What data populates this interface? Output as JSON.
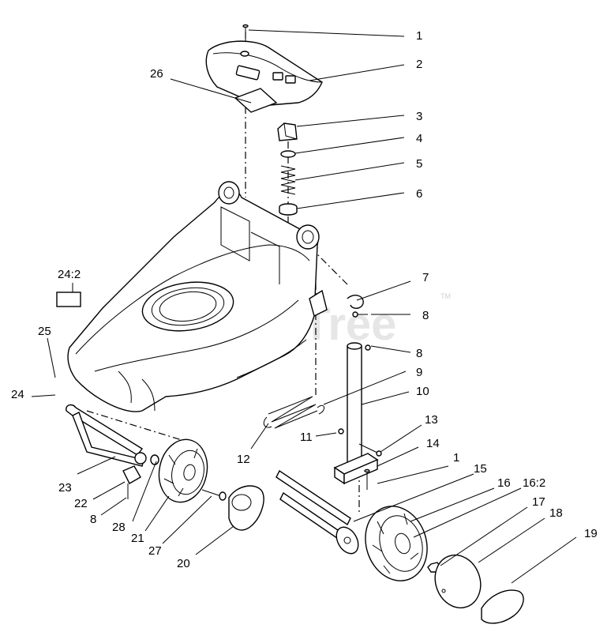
{
  "watermark": {
    "text": "PartsTree",
    "tm": "TM"
  },
  "callouts": [
    {
      "id": "c1a",
      "text": "1"
    },
    {
      "id": "c2",
      "text": "2"
    },
    {
      "id": "c26",
      "text": "26"
    },
    {
      "id": "c3",
      "text": "3"
    },
    {
      "id": "c4",
      "text": "4"
    },
    {
      "id": "c5",
      "text": "5"
    },
    {
      "id": "c6",
      "text": "6"
    },
    {
      "id": "c7",
      "text": "7"
    },
    {
      "id": "c242",
      "text": "24:2"
    },
    {
      "id": "c8a",
      "text": "8"
    },
    {
      "id": "c25",
      "text": "25"
    },
    {
      "id": "c8b",
      "text": "8"
    },
    {
      "id": "c9",
      "text": "9"
    },
    {
      "id": "c24",
      "text": "24"
    },
    {
      "id": "c10",
      "text": "10"
    },
    {
      "id": "c13",
      "text": "13"
    },
    {
      "id": "c11",
      "text": "11"
    },
    {
      "id": "c14",
      "text": "14"
    },
    {
      "id": "c12",
      "text": "12"
    },
    {
      "id": "c1b",
      "text": "1"
    },
    {
      "id": "c15",
      "text": "15"
    },
    {
      "id": "c23",
      "text": "23"
    },
    {
      "id": "c16",
      "text": "16"
    },
    {
      "id": "c162",
      "text": "16:2"
    },
    {
      "id": "c22",
      "text": "22"
    },
    {
      "id": "c17",
      "text": "17"
    },
    {
      "id": "c8c",
      "text": "8"
    },
    {
      "id": "c18",
      "text": "18"
    },
    {
      "id": "c19",
      "text": "19"
    },
    {
      "id": "c28",
      "text": "28"
    },
    {
      "id": "c21",
      "text": "21"
    },
    {
      "id": "c27",
      "text": "27"
    },
    {
      "id": "c20",
      "text": "20"
    }
  ]
}
